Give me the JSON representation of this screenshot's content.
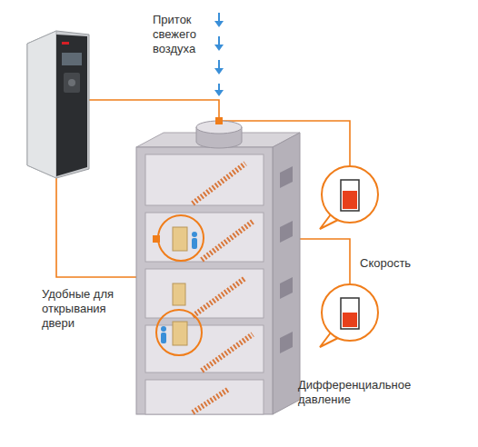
{
  "diagram": {
    "labels": [
      "Приток свежего воздуха",
      "Скорость",
      "Удобные для открывания двери",
      "Дифференциальное давление"
    ]
  }
}
